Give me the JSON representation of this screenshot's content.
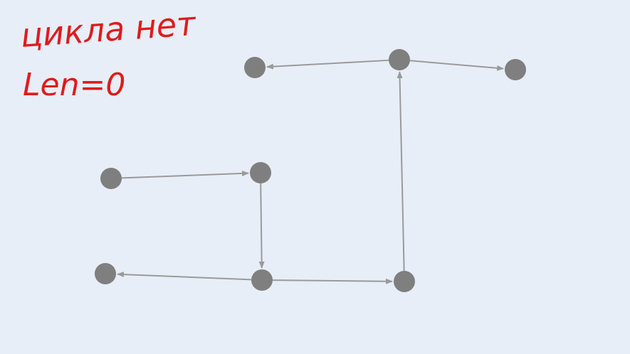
{
  "annotations": {
    "line1": "цикла нет",
    "line2": "Len=0"
  },
  "colors": {
    "background": "#e8eef7",
    "node": "#7f7f7f",
    "edge": "#9a9a9a",
    "note": "#e01b1b"
  },
  "graph": {
    "nodes": [
      "a",
      "b",
      "c",
      "d",
      "e",
      "f",
      "g",
      "h"
    ],
    "edges": [
      {
        "from": "b",
        "to": "a"
      },
      {
        "from": "b",
        "to": "c"
      },
      {
        "from": "d",
        "to": "e"
      },
      {
        "from": "e",
        "to": "g"
      },
      {
        "from": "g",
        "to": "f"
      },
      {
        "from": "g",
        "to": "h"
      },
      {
        "from": "h",
        "to": "b"
      }
    ]
  }
}
